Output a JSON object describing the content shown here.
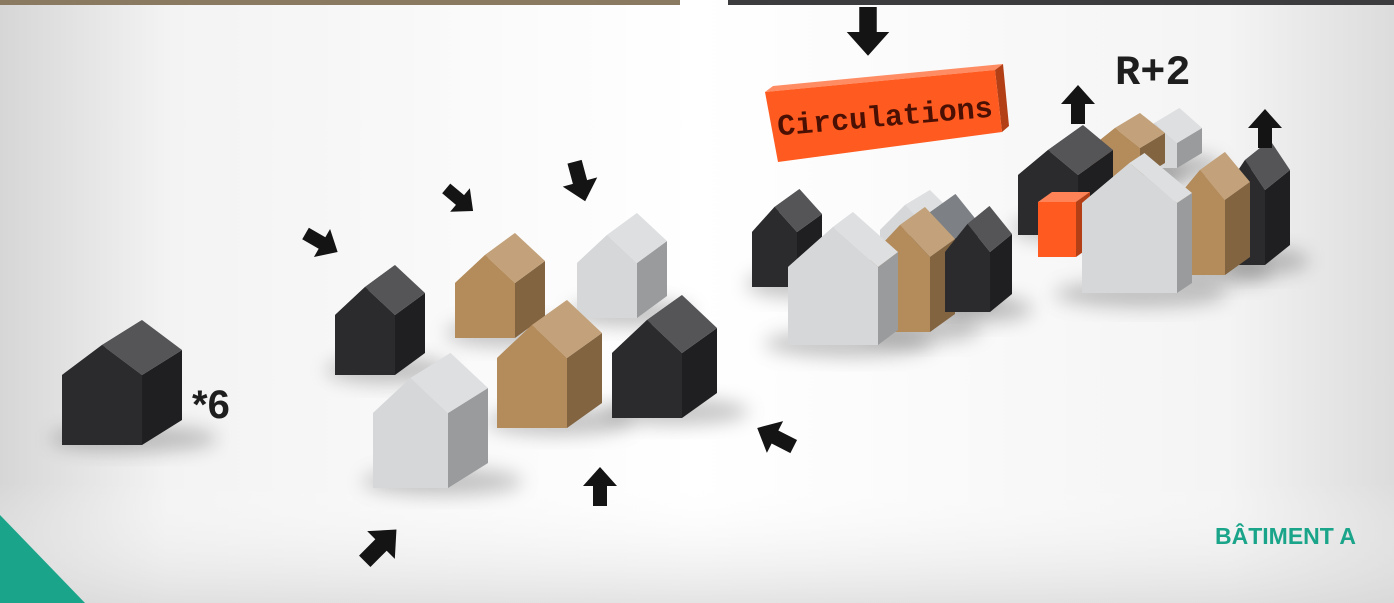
{
  "labels": {
    "count": "*6",
    "circulations": "Circulations",
    "levels": "R+2",
    "building": "BÂTIMENT A"
  },
  "colors": {
    "accent": "#1aa58a",
    "orange": "#ff5a1f",
    "black": "#2b2b2e",
    "wood": "#b48b5a",
    "white": "#d5d7d9",
    "gray": "#5d6167",
    "arrow": "#141414",
    "photo_strip_left": "#8b7a62",
    "photo_strip_right": "#3c3c3e"
  }
}
